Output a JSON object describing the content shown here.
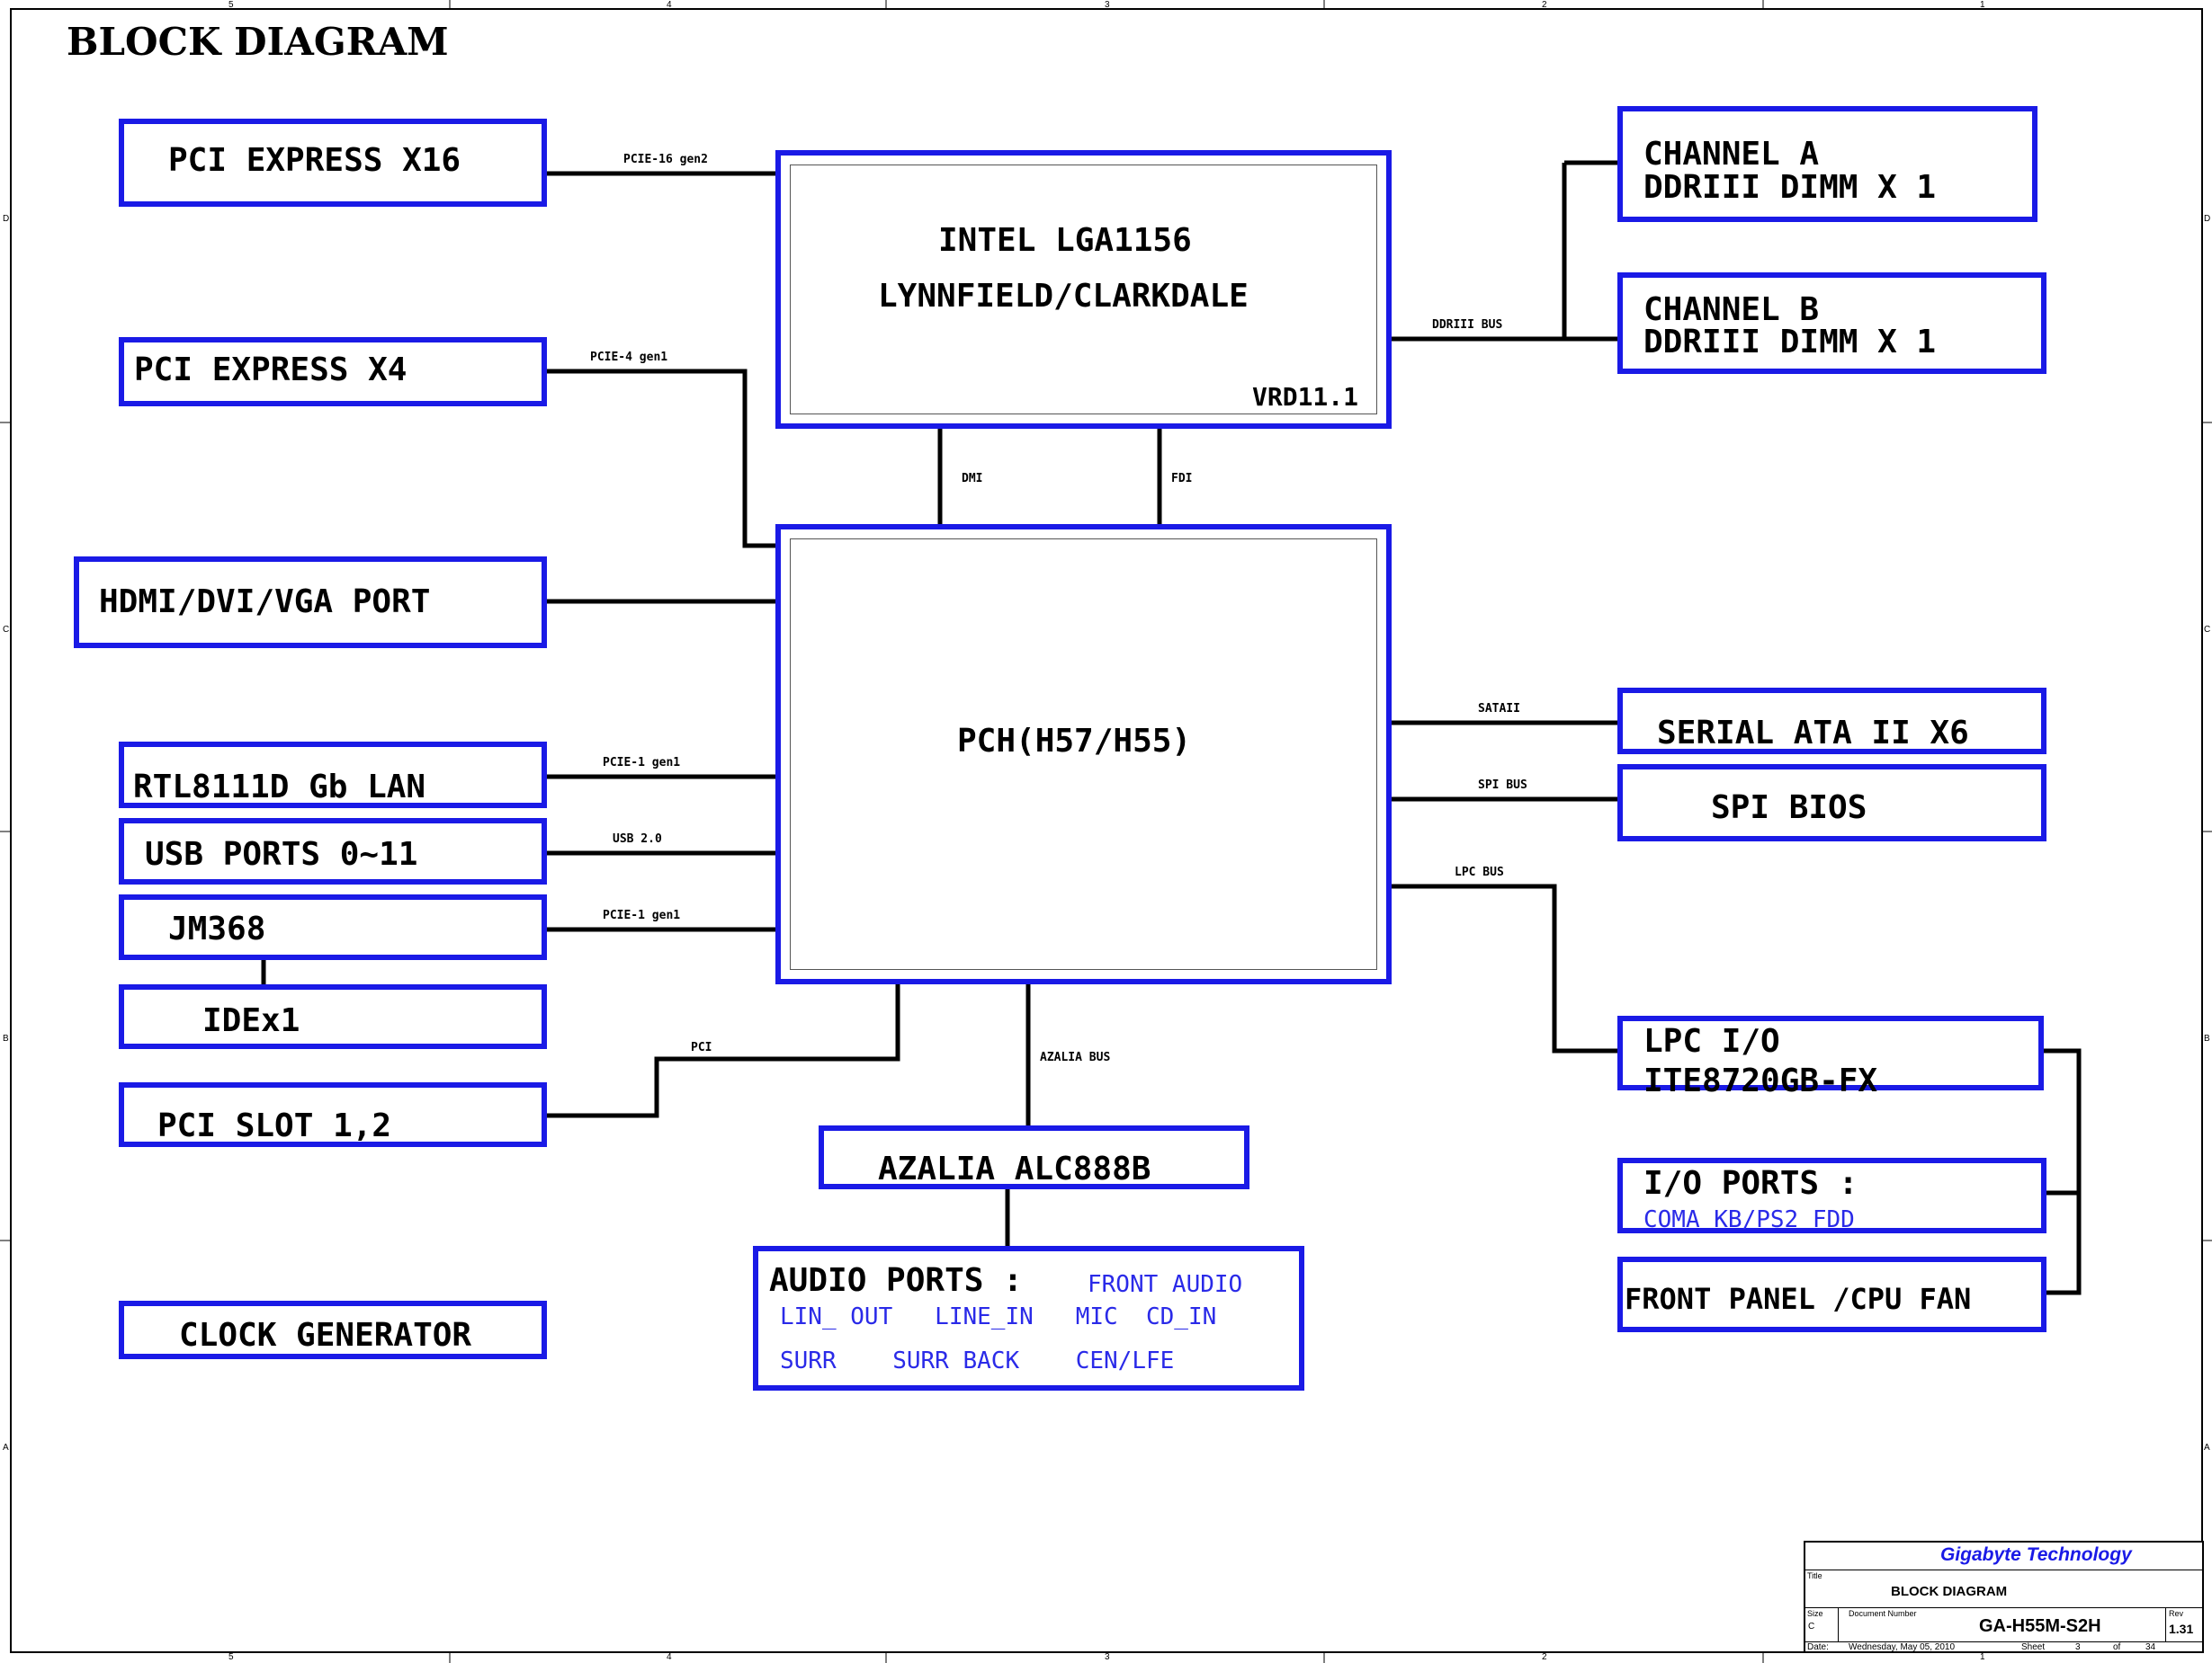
{
  "title": "BLOCK DIAGRAM",
  "border_markers": {
    "columns": [
      "5",
      "4",
      "3",
      "2",
      "1"
    ],
    "rows": [
      "D",
      "C",
      "B",
      "A"
    ]
  },
  "cpu": {
    "line1": "INTEL LGA1156",
    "line2": "LYNNFIELD/CLARKDALE",
    "vrd": "VRD11.1"
  },
  "pch": {
    "label": "PCH(H57/H55)"
  },
  "left_blocks": {
    "pcie_x16": "PCI EXPRESS X16",
    "pcie_x4": "PCI EXPRESS X4",
    "hdmi": "HDMI/DVI/VGA PORT",
    "lan": "RTL8111D Gb LAN",
    "usb": "USB PORTS 0~11",
    "jm368": "JM368",
    "ide": "IDEx1",
    "pci_slot": "PCI SLOT 1,2",
    "clock": "CLOCK GENERATOR"
  },
  "right_blocks": {
    "channel_a_l1": "CHANNEL A",
    "channel_a_l2": "DDRIII  DIMM X 1",
    "channel_b_l1": "CHANNEL B",
    "channel_b_l2": "DDRIII DIMM X 1",
    "sata": "SERIAL ATA II X6",
    "spi_bios": "SPI BIOS",
    "lpc_io_l1": "LPC I/O",
    "lpc_io_l2": "ITE8720GB-FX",
    "io_ports_l1": "I/O PORTS :",
    "io_ports_l2": "COMA  KB/PS2  FDD",
    "front_panel": "FRONT PANEL /CPU FAN"
  },
  "bottom_blocks": {
    "azalia": "AZALIA ALC888B",
    "audio_title": "AUDIO PORTS :",
    "audio_front": "FRONT AUDIO",
    "audio_row2": "LIN_ OUT   LINE_IN   MIC  CD_IN",
    "audio_row3": "SURR    SURR BACK    CEN/LFE"
  },
  "buses": {
    "pcie16": "PCIE-16 gen2",
    "pcie4": "PCIE-4 gen1",
    "dmi": "DMI",
    "fdi": "FDI",
    "ddr": "DDRIII BUS",
    "lan_bus": "PCIE-1 gen1",
    "usb_bus": "USB 2.0",
    "jm_bus": "PCIE-1 gen1",
    "pci_bus": "PCI",
    "azalia_bus": "AZALIA BUS",
    "sata_bus": "SATAII",
    "spi_bus": "SPI BUS",
    "lpc_bus": "LPC BUS"
  },
  "title_block": {
    "company": "Gigabyte Technology",
    "title_label": "Title",
    "title_value": "BLOCK DIAGRAM",
    "size_label": "Size",
    "size_value": "C",
    "docnum_label": "Document Number",
    "docnum_value": "GA-H55M-S2H",
    "rev_label": "Rev",
    "rev_value": "1.31",
    "date_label": "Date:",
    "date_value": "Wednesday, May 05, 2010",
    "sheet_label": "Sheet",
    "sheet_value": "3",
    "of_label": "of",
    "of_value": "34"
  },
  "colors": {
    "box_border": "#1a1ae6",
    "line": "#000000",
    "company": "#1a1ae6",
    "subtext": "#2a2ae8"
  }
}
